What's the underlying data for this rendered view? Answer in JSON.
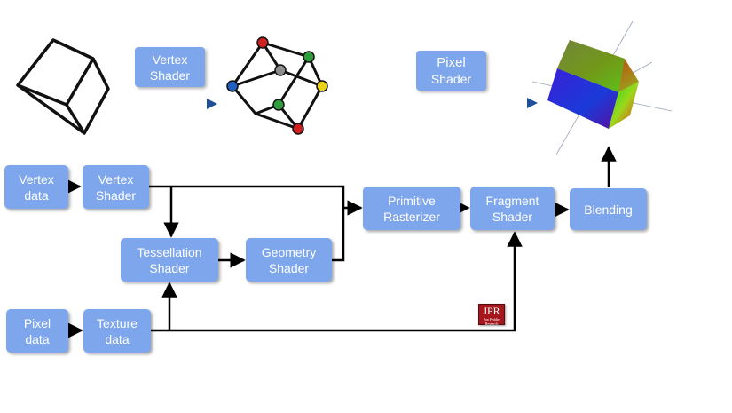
{
  "stage_labels": {
    "vertex_shader": [
      "Vertex",
      "Shader"
    ],
    "pixel_shader": [
      "Pixel",
      "Shader"
    ]
  },
  "nodes": {
    "vertex_data": [
      "Vertex",
      "data"
    ],
    "vertex_shader": [
      "Vertex",
      "Shader"
    ],
    "tessellation_shader": [
      "Tessellation",
      "Shader"
    ],
    "geometry_shader": [
      "Geometry",
      "Shader"
    ],
    "primitive_rasterizer": [
      "Primitive",
      "Rasterizer"
    ],
    "fragment_shader": [
      "Fragment",
      "Shader"
    ],
    "blending": [
      "Blending"
    ],
    "pixel_data": [
      "Pixel",
      "data"
    ],
    "texture_data": [
      "Texture",
      "data"
    ]
  },
  "logo": {
    "text": "JPR",
    "sub": "Jon Peddie Research"
  },
  "colors": {
    "box_fill": "#7ea6ec",
    "arrow_blue": "#1f4f94",
    "vertex_dots": [
      "#cc1f1f",
      "#2e9e3a",
      "#8d8d8d",
      "#e8d21a",
      "#1f5fbf",
      "#2e9e3a",
      "#cc1f1f"
    ]
  }
}
